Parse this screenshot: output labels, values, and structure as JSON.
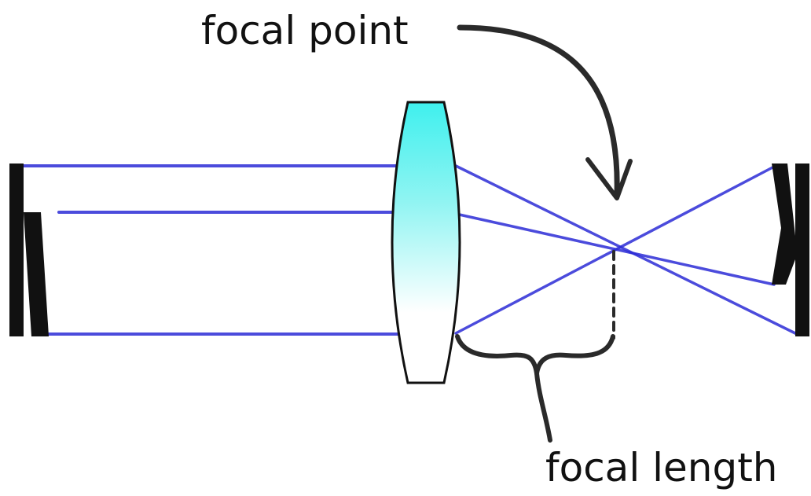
{
  "labels": {
    "focal_point": "focal point",
    "focal_length": "focal length"
  },
  "colors": {
    "background": "#ffffff",
    "ray": "#2b2bd6",
    "ink": "#111111",
    "annotation": "#2a2a2a",
    "lens_top": "#3ff0ee",
    "lens_bottom": "#ffffff"
  },
  "parts": {
    "object": "object arrow (upright)",
    "lens": "converging lens",
    "image": "image arrow (inverted)"
  }
}
